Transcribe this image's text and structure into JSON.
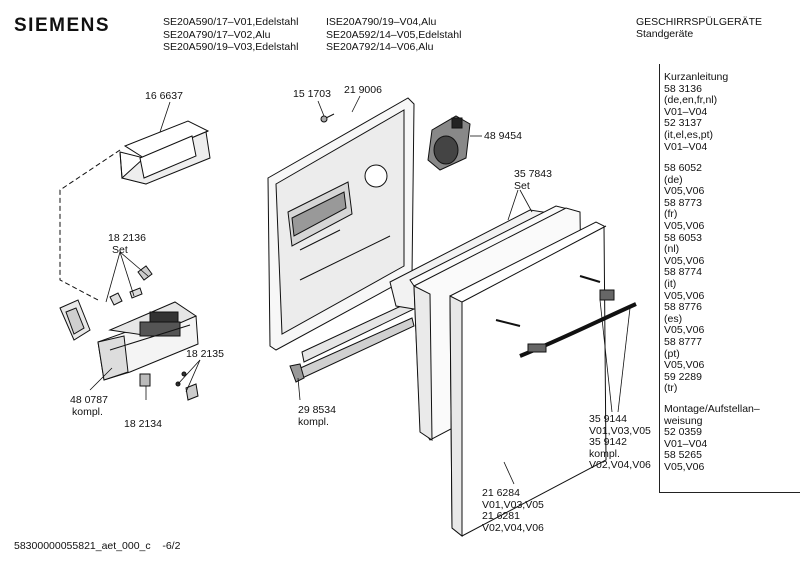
{
  "header": {
    "brand": "SIEMENS",
    "models_col1": [
      "SE20A590/17–V01,Edelstahl",
      "SE20A790/17–V02,Alu",
      "SE20A590/19–V03,Edelstahl"
    ],
    "models_col2": [
      "ISE20A790/19–V04,Alu",
      "SE20A592/14–V05,Edelstahl",
      "SE20A792/14–V06,Alu"
    ],
    "category": "GESCHIRRSPÜLGERÄTE",
    "subcategory": "Standgeräte"
  },
  "sidebar": {
    "kurzanleitung": [
      "Kurzanleitung",
      "58 3136",
      "(de,en,fr,nl)",
      "V01–V04",
      "52 3137",
      "(it,el,es,pt)",
      "V01–V04"
    ],
    "languages": [
      "58 6052",
      "(de)",
      "V05,V06",
      "58 8773",
      "(fr)",
      "V05,V06",
      "58 6053",
      "(nl)",
      "V05,V06",
      "58 8774",
      "(it)",
      "V05,V06",
      "58 8776",
      "(es)",
      "V05,V06",
      "58 8777",
      "(pt)",
      "V05,V06",
      "59 2289",
      "(tr)"
    ],
    "montage": [
      "Montage/Aufstellan–",
      "weisung",
      "52 0359",
      "V01–V04",
      "58 5265",
      "V05,V06"
    ]
  },
  "parts": {
    "p166637": "16 6637",
    "p151703": "15 1703",
    "p219006": "21 9006",
    "p489454": "48 9454",
    "p357843": "35 7843",
    "set1": "Set",
    "p182136": "18 2136",
    "set2": "Set",
    "p182135": "18 2135",
    "p480787": "48 0787",
    "kompl1": "kompl.",
    "p182134": "18 2134",
    "p298534": "29 8534",
    "kompl2": "kompl.",
    "p359144_block": [
      "35 9144",
      "V01,V03,V05",
      "35 9142",
      "kompl.",
      "V02,V04,V06"
    ],
    "p216284_block": [
      "21 6284",
      "V01,V03,V05",
      "21 6281",
      "V02,V04,V06"
    ]
  },
  "footer": {
    "code": "58300000055821_aet_000_c",
    "page": "-6/2"
  }
}
